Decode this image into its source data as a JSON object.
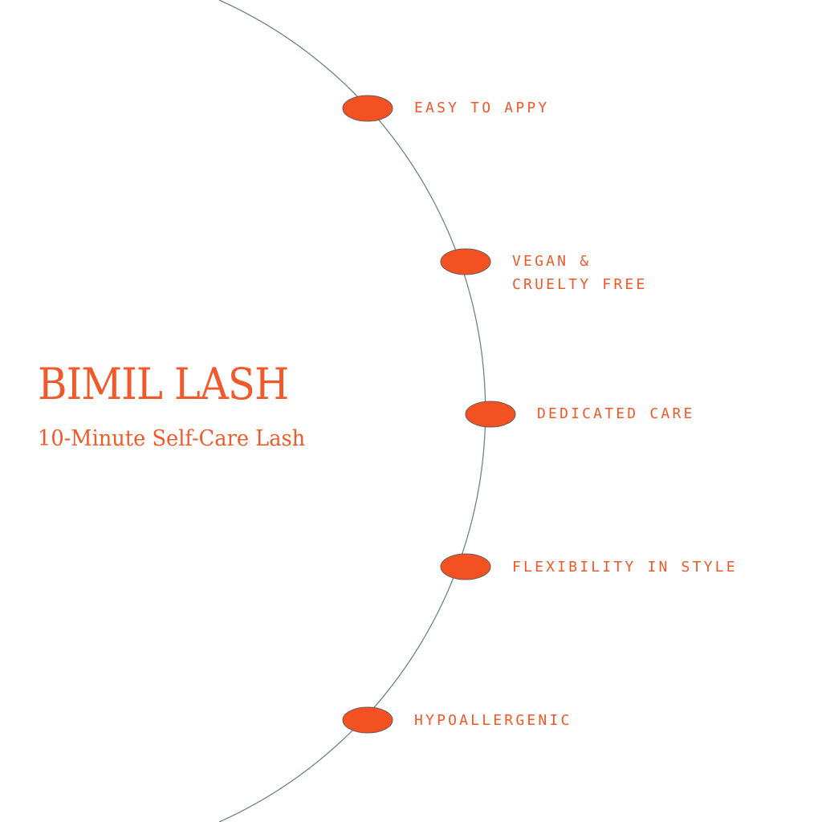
{
  "brand": {
    "title": "BIMIL LASH",
    "subtitle": "10-Minute Self-Care Lash"
  },
  "features": [
    {
      "lines": [
        "EASY TO APPY"
      ]
    },
    {
      "lines": [
        "VEGAN &",
        "CRUELTY FREE"
      ]
    },
    {
      "lines": [
        "DEDICATED CARE"
      ]
    },
    {
      "lines": [
        "FLEXIBILITY IN STYLE"
      ]
    },
    {
      "lines": [
        "HYPOALLERGENIC"
      ]
    }
  ],
  "colors": {
    "accent": "#f2592a",
    "marker": "#f45122",
    "arc": "#6f8585",
    "background": "#ffffff"
  }
}
